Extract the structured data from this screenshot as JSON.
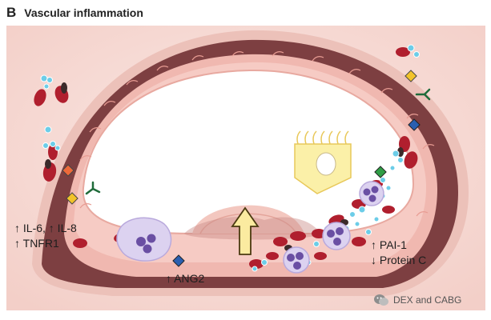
{
  "header": {
    "panel_letter": "B",
    "title": "Vascular inflammation"
  },
  "labels": {
    "il6_il8": "↑ IL-6, ↑ IL-8",
    "tnfr1": "↑ TNFR1",
    "ang2": "↑ ANG2",
    "pai1": "↑ PAI-1",
    "protein_c": "↓ Protein C"
  },
  "watermark": {
    "text": "DEX and CABG",
    "icon": "wechat-icon"
  },
  "colors": {
    "background_tissue": "#f5d9d4",
    "vessel_wall": "#7d3f41",
    "endothelium": "#f2b5ad",
    "lumen": "#ffffff",
    "red_blood_cell": "#b01f2e",
    "platelet": "#6ccde8",
    "leukocyte": "#dcd2f0",
    "leukocyte_nucleus": "#6a4fa3",
    "marker_yellow": "#f2c32a",
    "marker_orange": "#ee6a3a",
    "marker_blue": "#2a5fb0",
    "marker_green": "#2f9e46",
    "receptor_green": "#1f6b3a",
    "arrow_fill": "#fbeba0",
    "arrow_stroke": "#4a3a10",
    "epithelial_cell": "#fbf0a8"
  }
}
